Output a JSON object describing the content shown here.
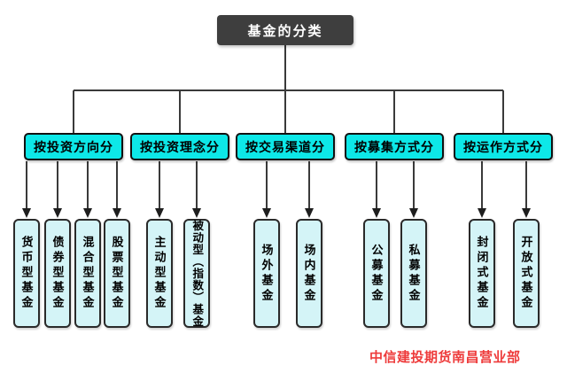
{
  "root": {
    "label": "基金的分类"
  },
  "groups": [
    {
      "label": "按投资方向分",
      "children": [
        {
          "label": "货币型基金"
        },
        {
          "label": "债券型基金"
        },
        {
          "label": "混合型基金"
        },
        {
          "label": "股票型基金"
        }
      ]
    },
    {
      "label": "按投资理念分",
      "children": [
        {
          "label": "主动型基金"
        },
        {
          "label": "被动型（指数）基金"
        }
      ]
    },
    {
      "label": "按交易渠道分",
      "children": [
        {
          "label": "场外基金"
        },
        {
          "label": "场内基金"
        }
      ]
    },
    {
      "label": "按募集方式分",
      "children": [
        {
          "label": "公募基金"
        },
        {
          "label": "私募基金"
        }
      ]
    },
    {
      "label": "按运作方式分",
      "children": [
        {
          "label": "封闭式基金"
        },
        {
          "label": "开放式基金"
        }
      ]
    }
  ],
  "footer": {
    "watermark": "中信建投期货南昌营业部"
  },
  "colors": {
    "root_bg": "#3e3e3e",
    "category_bg": "#0de8e8",
    "leaf_bg": "#d4f4f7",
    "connector": "#3a3a3a",
    "watermark_text": "#ee3b3b"
  }
}
